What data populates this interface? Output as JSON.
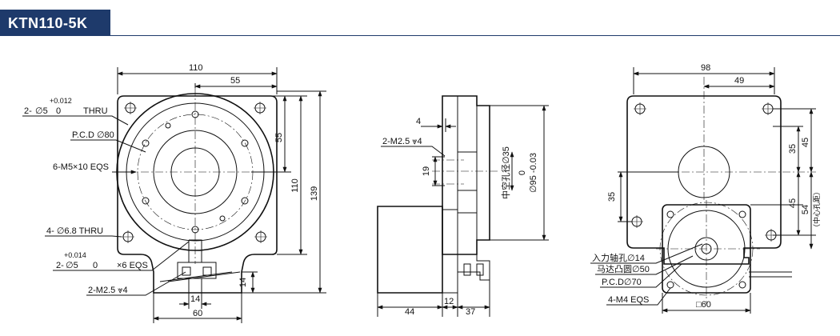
{
  "title": "KTN110-5K",
  "colors": {
    "header": "#1e3a6b",
    "line": "#111111"
  },
  "front_view": {
    "dims": {
      "width_top": "110",
      "half_top": "55",
      "right_55": "55",
      "right_110": "110",
      "right_139": "139",
      "bottom_14": "14",
      "bottom_60": "60",
      "side_14": "14"
    },
    "callouts": [
      {
        "tol": "+0.012",
        "main": "2-",
        "phi": "∅5",
        "zero": "0",
        "tail": "THRU"
      },
      {
        "text": "P.C.D ∅80"
      },
      {
        "text": "6-M5×10 EQS"
      },
      {
        "text": "4-  ∅6.8 THRU"
      },
      {
        "tol": "+0.014",
        "main": "2-",
        "phi": "∅5",
        "zero": "0",
        "tail": "×6 EQS"
      },
      {
        "text": "2-M2.5 ⩔4"
      }
    ]
  },
  "side_view": {
    "dims": {
      "top_4": "4",
      "left_19": "19",
      "bottom_44": "44",
      "bottom_12": "12",
      "bottom_37": "37"
    },
    "callout": "2-M2.5 ⩔4",
    "vertical_labels": {
      "hole": "中空孔径∅35",
      "zero": "0",
      "dia": "∅95 -0.03"
    }
  },
  "right_view": {
    "dims": {
      "top_98": "98",
      "top_49": "49",
      "left_35": "35",
      "right_35": "35",
      "right_45a": "45",
      "right_45b": "45",
      "right_54": "54",
      "center_note": "（中心孔距）",
      "bottom_60": "□60"
    },
    "callouts": [
      {
        "text": "入力轴孔∅14"
      },
      {
        "text": "马达凸圆∅50"
      },
      {
        "text": "P.C.D∅70"
      },
      {
        "text": "4-M4 EQS"
      }
    ]
  }
}
